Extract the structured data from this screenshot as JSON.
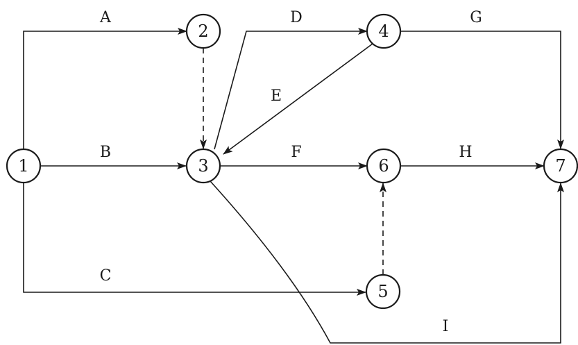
{
  "nodes": [
    {
      "id": "1",
      "label": "1"
    },
    {
      "id": "2",
      "label": "2"
    },
    {
      "id": "3",
      "label": "3"
    },
    {
      "id": "4",
      "label": "4"
    },
    {
      "id": "5",
      "label": "5"
    },
    {
      "id": "6",
      "label": "6"
    },
    {
      "id": "7",
      "label": "7"
    }
  ],
  "edges": [
    {
      "from": "1",
      "to": "2",
      "label": "A",
      "style": "solid"
    },
    {
      "from": "1",
      "to": "3",
      "label": "B",
      "style": "solid"
    },
    {
      "from": "1",
      "to": "5",
      "label": "C",
      "style": "solid"
    },
    {
      "from": "3",
      "to": "4",
      "label": "D",
      "style": "solid"
    },
    {
      "from": "4",
      "to": "3",
      "label": "E",
      "style": "solid"
    },
    {
      "from": "3",
      "to": "6",
      "label": "F",
      "style": "solid"
    },
    {
      "from": "4",
      "to": "7",
      "label": "G",
      "style": "solid"
    },
    {
      "from": "6",
      "to": "7",
      "label": "H",
      "style": "solid"
    },
    {
      "from": "3",
      "to": "7",
      "label": "I",
      "style": "solid"
    },
    {
      "from": "2",
      "to": "3",
      "label": "",
      "style": "dashed"
    },
    {
      "from": "5",
      "to": "6",
      "label": "",
      "style": "dashed"
    }
  ],
  "colors": {
    "stroke": "#1a1a1a",
    "background": "#ffffff"
  }
}
